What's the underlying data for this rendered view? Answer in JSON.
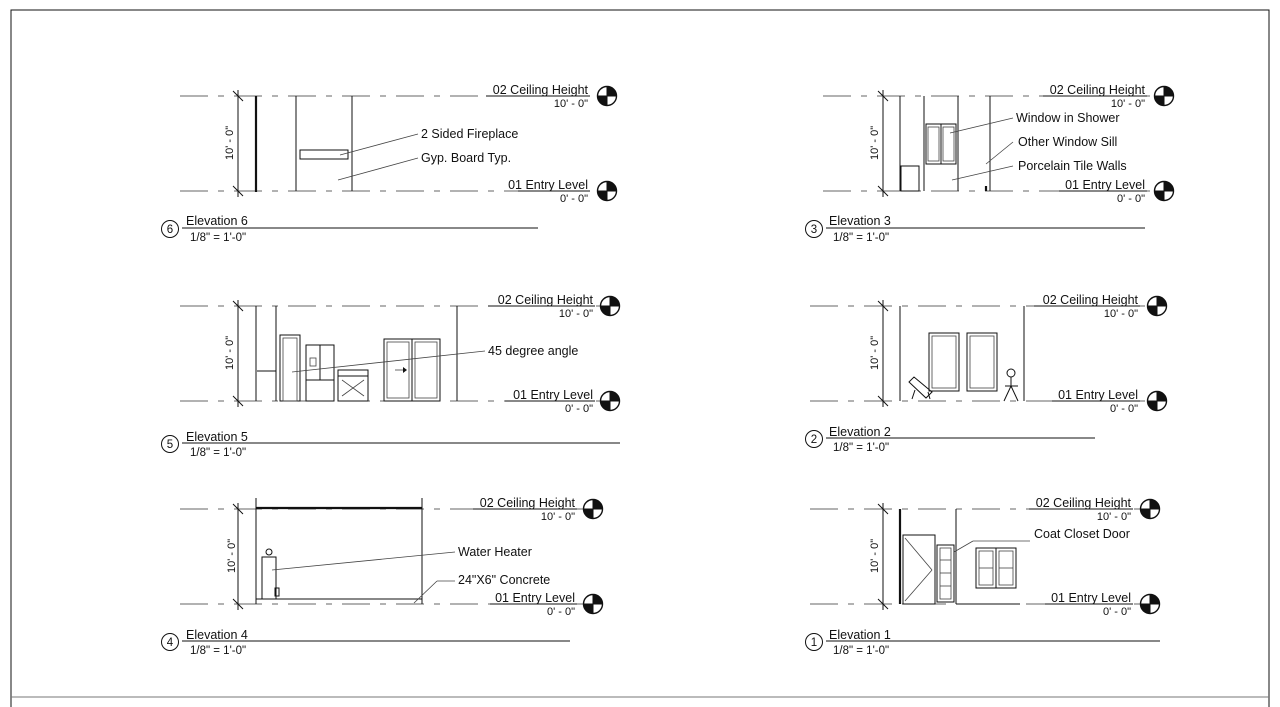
{
  "sheet": {
    "levels": {
      "ceiling_name": "02 Ceiling Height",
      "ceiling_elev": "10' - 0\"",
      "entry_name": "01 Entry Level",
      "entry_elev": "0' - 0\""
    },
    "height_dim": "10' - 0\"",
    "elevations": [
      {
        "number": "6",
        "title": "Elevation 6",
        "scale": "1/8\" = 1'-0\"",
        "notes": [
          "2 Sided Fireplace",
          "Gyp. Board Typ."
        ]
      },
      {
        "number": "3",
        "title": "Elevation 3",
        "scale": "1/8\" = 1'-0\"",
        "notes": [
          "Window in Shower",
          "Other Window Sill",
          "Porcelain Tile Walls"
        ]
      },
      {
        "number": "5",
        "title": "Elevation 5",
        "scale": "1/8\" = 1'-0\"",
        "notes": [
          "45 degree angle"
        ]
      },
      {
        "number": "2",
        "title": "Elevation 2",
        "scale": "1/8\" = 1'-0\"",
        "notes": []
      },
      {
        "number": "4",
        "title": "Elevation 4",
        "scale": "1/8\" = 1'-0\"",
        "notes": [
          "Water Heater",
          "24\"X6\" Concrete"
        ]
      },
      {
        "number": "1",
        "title": "Elevation 1",
        "scale": "1/8\" = 1'-0\"",
        "notes": [
          "Coat Closet Door"
        ]
      }
    ]
  }
}
